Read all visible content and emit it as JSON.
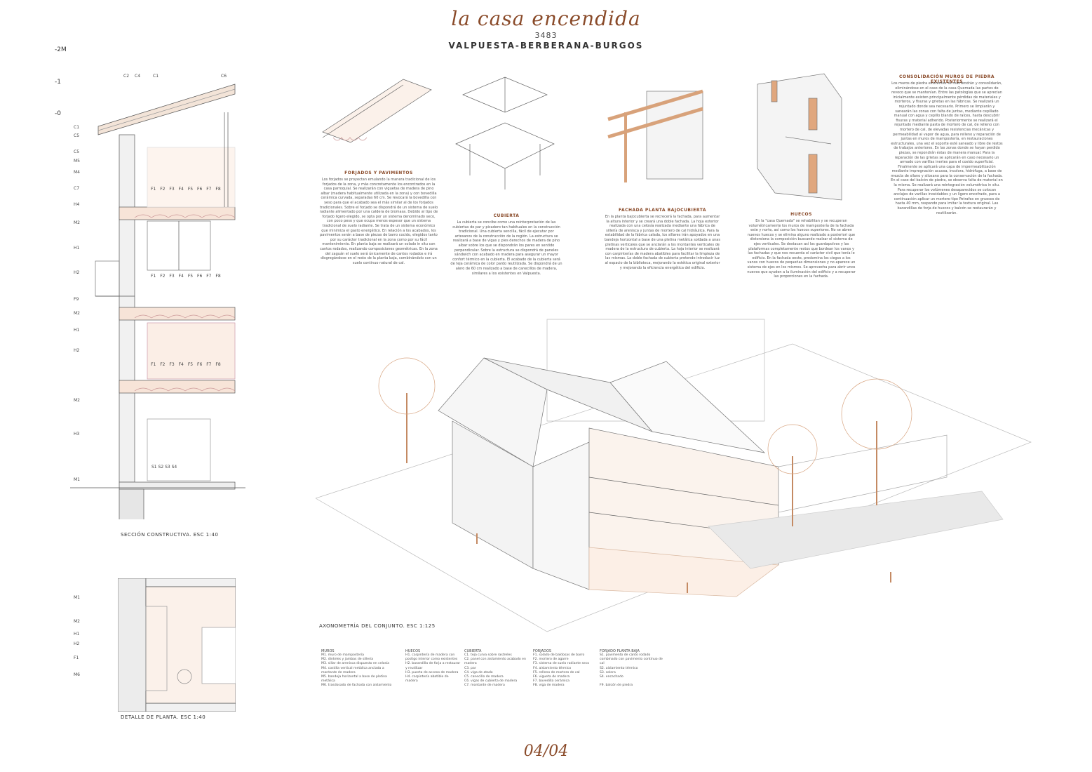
{
  "header": {
    "title": "la casa encendida",
    "number": "3483",
    "location": "VALPUESTA-BERBERANA-BURGOS"
  },
  "page_number": "04/04",
  "section": {
    "level_marks": [
      "-2M",
      "-1",
      "-0"
    ],
    "top_codes": [
      "C2",
      "C4",
      "C1",
      "C6"
    ],
    "left_codes": [
      "C1",
      "C5",
      "C5",
      "M5",
      "M4",
      "C7",
      "H4",
      "M2",
      "H1",
      "H2",
      "F9",
      "M2",
      "H1",
      "H2",
      "M2",
      "H3",
      "M1"
    ],
    "floor_codes": [
      "F1",
      "F2",
      "F3",
      "F4",
      "F5",
      "F6",
      "F7",
      "F8"
    ],
    "soil_codes": "S1 S2 S3 S4",
    "caption": "SECCIÓN CONSTRUCTIVA. ESC 1:40"
  },
  "plan": {
    "left_codes": [
      "M1",
      "M2",
      "H1",
      "H2",
      "F1",
      "M6"
    ],
    "caption": "DETALLE DE PLANTA. ESC 1:40"
  },
  "axo_caption": "AXONOMETRÍA DEL CONJUNTO. ESC 1:125",
  "blocks": {
    "forjados": {
      "heading": "FORJADOS Y PAVIMENTOS",
      "text": "Los forjados se proyectan emulando la manera tradicional de los forjados de la zona, y más concretamente los encontrados en la casa parroquial. Se realizarán con viguetas de madera de pino albar (madera habitualmente utilizada en la zona) y con bovedilla cerámica curvada, separadas 60 cm. Se revocará la bovedilla con yeso para que el acabado sea el más similar al de los forjados tradicionales. Sobre el forjado se dispondrá de un sistema de suelo radiante alimentado por una caldera de biomasa. Debido al tipo de forjado ligero elegido, se opta por un sistema denominado seco, con poco peso y que ocupa menos espesor que un sistema tradicional de suelo radiante. Se trata de un sistema económico que minimiza el gasto energético. En relación a los acabados, los pavimentos serán a base de piezas de barro cocido, elegidos tanto por su carácter tradicional en la zona como por su fácil mantenimiento. En planta baja se realizará un solado in situ con cantos rodados, realizando composiciones geométricas. En la zona del zaguán el suelo será únicamente de cantos rodados e irá disgregándose en el resto de la planta baja, combinándolo con un suelo continuo natural de cal."
    },
    "cubierta": {
      "heading": "CUBIERTA",
      "text": "La cubierta se concibe como una reinterpretación de las cubiertas de par y picadero tan habituales en la construcción tradicional. Una cubierta sencilla, fácil de ejecutar por artesanos de la construcción de la región. La estructura se realizará a base de vigas y pies derechos de madera de pino albar sobre los que se dispondrán los pares en sentido perpendicular. Sobre la estructura se dispondrá de paneles sándwich con acabado en madera para asegurar un mayor confort térmico en la cubierta. El acabado de la cubierta será de teja cerámica de color pardo reutilizada. Se dispondrá de un alero de 60 cm realizado a base de canecillos de madera, similares a los existentes en Valpuesta."
    },
    "fachada": {
      "heading": "FACHADA PLANTA BAJOCUBIERTA",
      "text": "En la planta bajocubierta se recrecerá la fachada, para aumentar la altura interior y se creará una doble fachada. La hoja exterior realizada con una celosía realizada mediante una fábrica de sillería de arenisca y juntas de mortero de cal hidráulica. Para la estabilidad de la fábrica calada, los sillares irán apoyados en una bandeja horizontal a base de una pletina metálica soldada a unas pletinas verticales que se anclarán a los montantes verticales de madera de la estructura de cubierta. La hoja interior se realizará con carpinterías de madera abatibles para facilitar la limpieza de las mismas. La doble fachada de cubierta pretende introducir luz al espacio de la biblioteca, mejorando la estética original exterior y mejorando la eficiencia energética del edificio."
    },
    "huecos": {
      "heading": "HUECOS",
      "text": "En la \"casa Quemada\" se rehabilitan y se recuperan volumétricamente los muros de mampostería de la fachada este y norte, así como los huecos superiores. No se abren nuevos huecos y se elimina alguno realizado a posteriori que distorsiona la composición buscando realzar el sistema de ejes verticales. Se destacan así los guardapolvos y las plataformas completamente restos que bordean los vanos y las fachadas y que nos recuerda el carácter civil que tenía le edificio. En la fachada oeste, predomina los ciegos a los vanos con huecos de pequeñas dimensiones y no aparece un sistema de ejes en los mismos. Se aprovecha para abrir unos nuevos que ayuden a la iluminación del edificio y a recuperar las proporciones en la fachada."
    },
    "consolidacion": {
      "heading": "CONSOLIDACIÓN MUROS DE PIEDRA EXISTENTES",
      "text": "Los muros de piedra existentes se mantendrán y consolidarán, eliminándose en el caso de la casa Quemada las partes de revoco que se mantenían. Entre las patologías que se aprecian inicialmente existen principalmente pérdidas de materiales y morteros, y fisuras y grietas en las fábricas. Se realizará un rejuntado donde sea necesario. Primero se limpiarán y sanearán las zonas con falta de juntas, mediante cepillado manual con agua y cepillo blando de raíces, hasta descubrir fisuras y material adherido. Posteriormente se realizará el rejuntado mediante pasta de mortero de cal, de relleno con mortero de cal, de elevadas resistencias mecánicas y permeabilidad al vapor de agua, para relleno y reparación de juntas en muros de mampostería, en restauraciones estructurales, una vez el soporte esté saneado y libre de restos de trabajos anteriores. En las zonas donde se hayan perdido piezas, se repondrán éstas de manera manual. Para la reparación de las grietas se aplicarán en caso necesario un armado con varillas inertes para el cosido superficial. Finalmente se aplicará una capa de impermeabilización mediante impregnación acuosa, incolora, hidrófuga, a base de mezcla de silano y siloxano para la conservación de la fachada. En el caso del balcón de piedra, se observa falta de material en la misma. Se realizará una reintegración volumétrica in situ. Para recuperar los volúmenes desaparecidos se colocan anclajes de varillas inoxidables y un ligero encofrado, para a continuación aplicar un mortero tipo Petrafex en gruesos de hasta 40 mm, raspando para imitar la textura original. Las barandillas de forja de huecos y balcón se restaurarán y reutilizarán."
    }
  },
  "legend": [
    {
      "title": "MUROS",
      "items": [
        "M1. muro de mampostería",
        "M2. dinteles y jambas de sillería",
        "M3. sillar de arenisca dispuesto en celosía",
        "M4. costilla vertical metálica anclada a montante de madera",
        "M5. bandeja horizontal a base de pletina metálica",
        "M6. trasdosado de fachada con aislamiento"
      ]
    },
    {
      "title": "HUECOS",
      "items": [
        "H1. carpintería de madera con postigo interior como existentes",
        "H2. barandilla de forja a restaurar y reutilizar",
        "H3. puerta de acceso de madera",
        "H4. carpintería abatible de madera"
      ]
    },
    {
      "title": "CUBIERTA",
      "items": [
        "C1. teja curva sobre rastreles",
        "C2. panel con aislamiento acabado en madera",
        "C3. par",
        "C4. viga de atado",
        "C5. canecillo de madera",
        "C6. vigas de cubierta de madera",
        "C7. montante de madera"
      ]
    },
    {
      "title": "FORJADOS",
      "items": [
        "F1. solado de baldosas de barro",
        "F2. mortero de agarre",
        "F3. sistema de suelo radiante seco",
        "F4. aislamiento térmico",
        "F5. relleno de mortero de cal",
        "F6. vigueta de madera",
        "F7. bovedilla cerámica",
        "F8. viga de madera"
      ]
    },
    {
      "title": "FORJADO PLANTA BAJA",
      "items": [
        "S1. pavimento de canto rodado combinado con pavimento continuo de cal",
        "S2. aislamiento térmico",
        "S3. solera",
        "S4. encachado",
        "",
        "F9. balcón de piedra"
      ]
    }
  ]
}
